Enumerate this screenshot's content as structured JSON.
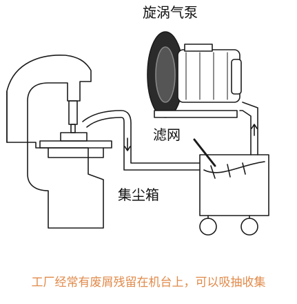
{
  "diagram": {
    "labels": {
      "pump": "旋涡气泵",
      "filter": "滤网",
      "dust_box": "集尘箱"
    },
    "caption": "工厂经常有废屑残留在机台上，可以吸抽收集"
  },
  "colors": {
    "line": "#1a1a1a",
    "pump_dark": "#2b2b2b",
    "caption": "#e08a4a"
  }
}
